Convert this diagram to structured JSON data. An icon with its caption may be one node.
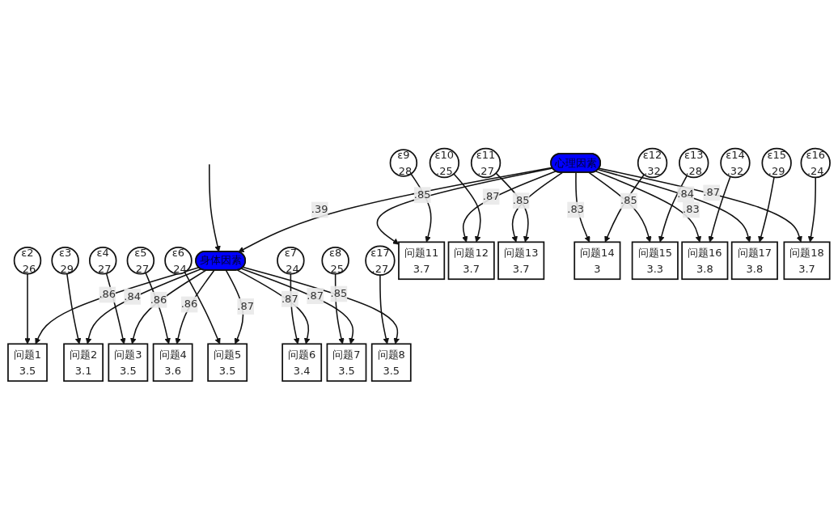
{
  "diagram": {
    "nodes": [
      {
        "text": [
          "ε2",
          ".26"
        ]
      },
      {
        "text": [
          "ε3",
          ".29"
        ]
      },
      {
        "text": [
          "ε4",
          ".27"
        ]
      },
      {
        "text": [
          "ε5",
          ".27"
        ]
      },
      {
        "text": [
          "ε6",
          ".24"
        ]
      },
      {
        "text": [
          "ε7",
          ".24"
        ]
      },
      {
        "text": [
          "ε8",
          ".25"
        ]
      },
      {
        "text": [
          "ε17",
          ".27"
        ]
      },
      {
        "text": [
          "问题1",
          "3.5"
        ]
      },
      {
        "text": [
          "问题2",
          "3.1"
        ]
      },
      {
        "text": [
          "问题3",
          "3.5"
        ]
      },
      {
        "text": [
          "问题4",
          "3.6"
        ]
      },
      {
        "text": [
          "问题5",
          "3.5"
        ]
      },
      {
        "text": [
          "问题6",
          "3.4"
        ]
      },
      {
        "text": [
          "问题7",
          "3.5"
        ]
      },
      {
        "text": [
          "问题8",
          "3.5"
        ]
      },
      {
        "text": [
          "身体因素"
        ]
      },
      {
        "text": [
          "心理因素"
        ]
      },
      {
        "text": [
          "问题11",
          "3.7"
        ]
      },
      {
        "text": [
          "问题12",
          "3.7"
        ]
      },
      {
        "text": [
          "问题13",
          "3.7"
        ]
      },
      {
        "text": [
          "问题14",
          "3"
        ]
      },
      {
        "text": [
          "问题15",
          "3.3"
        ]
      },
      {
        "text": [
          "问题16",
          "3.8"
        ]
      },
      {
        "text": [
          "问题17",
          "3.8"
        ]
      },
      {
        "text": [
          "问题18",
          "3.7"
        ]
      },
      {
        "text": [
          "ε9",
          ".28"
        ]
      },
      {
        "text": [
          "ε10",
          ".25"
        ]
      },
      {
        "text": [
          "ε11",
          ".27"
        ]
      },
      {
        "text": [
          "ε12",
          ".32"
        ]
      },
      {
        "text": [
          "ε13",
          ".28"
        ]
      },
      {
        "text": [
          "ε14",
          ".32"
        ]
      },
      {
        "text": [
          "ε15",
          ".29"
        ]
      },
      {
        "text": [
          "ε16",
          ".24"
        ]
      }
    ],
    "edges": [
      {
        "from": 0,
        "to": 8,
        "arrow": "to"
      },
      {
        "from": 1,
        "to": 9,
        "arrow": "to"
      },
      {
        "from": 2,
        "to": 10,
        "arrow": "to"
      },
      {
        "from": 3,
        "to": 11,
        "arrow": "to"
      },
      {
        "from": 4,
        "to": 12,
        "arrow": "to"
      },
      {
        "from": 5,
        "to": 13,
        "arrow": "to"
      },
      {
        "from": 6,
        "to": 14,
        "arrow": "to"
      },
      {
        "from": 7,
        "to": 15,
        "arrow": "to"
      },
      {
        "from": 16,
        "to": 8,
        "arrow": "to",
        "label": ".86"
      },
      {
        "from": 16,
        "to": 9,
        "arrow": "to",
        "label": ".84"
      },
      {
        "from": 16,
        "to": 10,
        "arrow": "to",
        "label": ".86"
      },
      {
        "from": 16,
        "to": 11,
        "arrow": "to",
        "label": ".86"
      },
      {
        "from": 16,
        "to": 12,
        "arrow": "to",
        "label": ".87"
      },
      {
        "from": 16,
        "to": 13,
        "arrow": "to",
        "label": ".87"
      },
      {
        "from": 16,
        "to": 14,
        "arrow": "to",
        "label": ".87"
      },
      {
        "from": 16,
        "to": 15,
        "arrow": "to",
        "label": ".85"
      },
      {
        "from": null,
        "to": 16,
        "arrow": "to"
      },
      {
        "from": 17,
        "to": 16,
        "arrow": "to",
        "label": ".39"
      },
      {
        "from": 17,
        "to": 18,
        "arrow": "to",
        "label": ".85"
      },
      {
        "from": 17,
        "to": 19,
        "arrow": "to",
        "label": ".87"
      },
      {
        "from": 17,
        "to": 20,
        "arrow": "to",
        "label": ".85"
      },
      {
        "from": 17,
        "to": 21,
        "arrow": "to",
        "label": ".83"
      },
      {
        "from": 17,
        "to": 22,
        "arrow": "to",
        "label": ".85"
      },
      {
        "from": 17,
        "to": 23,
        "arrow": "to",
        "label": ".83"
      },
      {
        "from": 17,
        "to": 24,
        "arrow": "to",
        "label": ".84"
      },
      {
        "from": 17,
        "to": 25,
        "arrow": "to",
        "label": ".87"
      },
      {
        "from": 26,
        "to": 18,
        "arrow": "to"
      },
      {
        "from": 27,
        "to": 19,
        "arrow": "to"
      },
      {
        "from": 28,
        "to": 20,
        "arrow": "to"
      },
      {
        "from": 29,
        "to": 21,
        "arrow": "to"
      },
      {
        "from": 30,
        "to": 22,
        "arrow": "to"
      },
      {
        "from": 31,
        "to": 23,
        "arrow": "to"
      },
      {
        "from": 32,
        "to": 24,
        "arrow": "to"
      },
      {
        "from": 33,
        "to": 25,
        "arrow": "to"
      }
    ]
  }
}
